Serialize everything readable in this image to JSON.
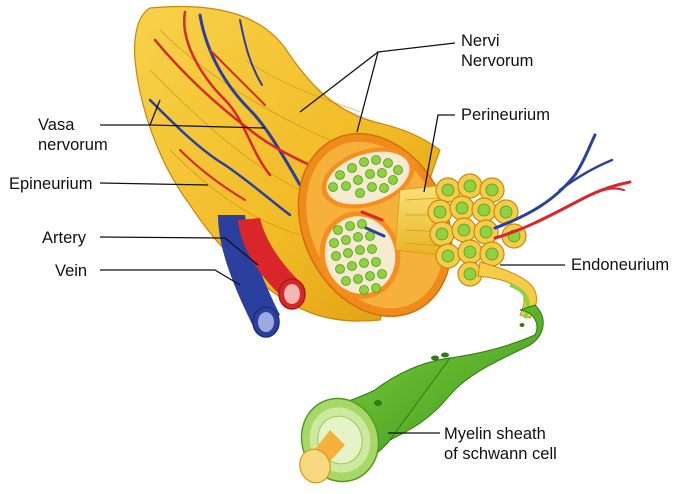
{
  "labels": {
    "nervi_nervorum": [
      "Nervi",
      "Nervorum"
    ],
    "perineurium": "Perineurium",
    "vasa_nervorum": [
      "Vasa",
      "nervorum"
    ],
    "epineurium": "Epineurium",
    "artery": "Artery",
    "vein": "Vein",
    "endoneurium": "Endoneurium",
    "myelin_sheath": [
      "Myelin sheath",
      "of schwann cell"
    ]
  },
  "colors": {
    "epineurium": "#f2bf2a",
    "epineurium_shadow": "#d99a12",
    "perineurium": "#f5901e",
    "fascicle_interior": "#f6ead0",
    "axon": "#8fd140",
    "myelin": "#5cb82c",
    "myelin_light": "#cde9a0",
    "artery": "#d8262a",
    "artery_cut": "#f2b8b4",
    "vein": "#2b3f9f",
    "vein_cut": "#9fa8df",
    "leader_line": "#111111"
  }
}
